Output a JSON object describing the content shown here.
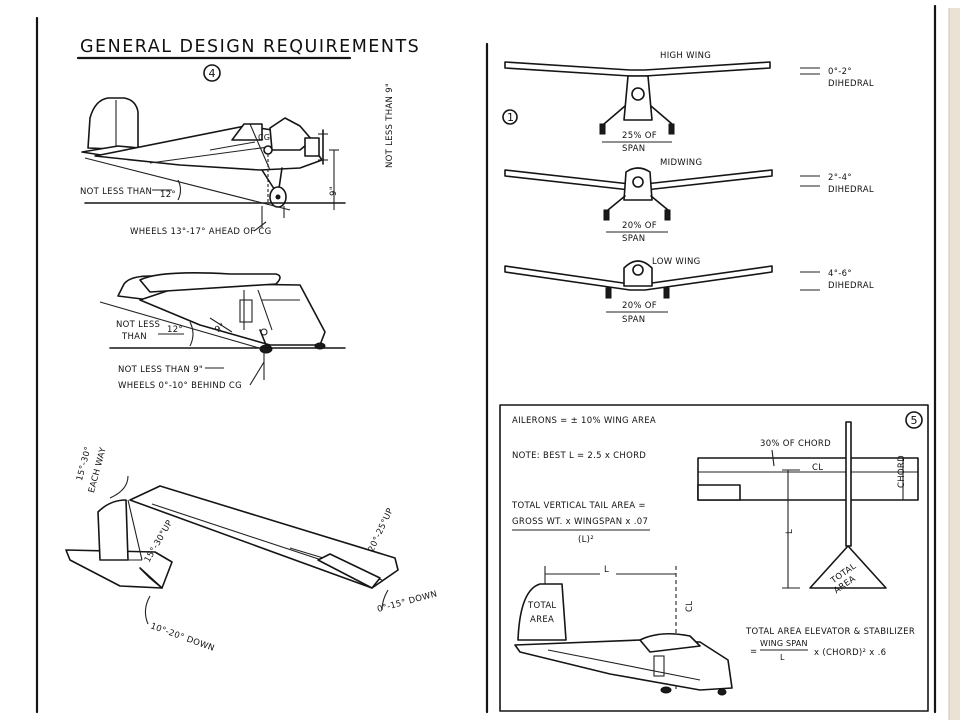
{
  "title": "GENERAL DESIGN REQUIREMENTS",
  "panel4": {
    "number": "4",
    "cg": "CG",
    "not_less_than_9_vertical": "NOT LESS THAN 9\"",
    "nine_inch": "9\"",
    "not_less_than": "NOT LESS THAN",
    "twelve_deg": "12°",
    "wheels": "WHEELS 13°-17° AHEAD OF CG"
  },
  "panel_tricycle": {
    "not_less": "NOT LESS",
    "than": "THAN",
    "twelve_deg": "12°",
    "nine_inch": "9\"",
    "not_less_than_9": "NOT LESS THAN 9\"",
    "wheels": "WHEELS 0°-10° BEHIND CG"
  },
  "panel_wing": {
    "each_way_top": "15°-30°",
    "each_way_bottom": "EACH WAY",
    "up_15_30": "15°-30°UP",
    "up_20_25": "20°-25°UP",
    "down_10_20": "10°-20° DOWN",
    "down_0_15": "0°-15° DOWN"
  },
  "panel1": {
    "number": "1",
    "high_wing": "HIGH WING",
    "high_dihedral_angle": "0°-2°",
    "high_dihedral": "DIHEDRAL",
    "high_span_top": "25% OF",
    "high_span_bottom": "SPAN",
    "mid_wing": "MIDWING",
    "mid_dihedral_angle": "2°-4°",
    "mid_dihedral": "DIHEDRAL",
    "mid_span_top": "20% OF",
    "mid_span_bottom": "SPAN",
    "low_wing": "LOW WING",
    "low_dihedral_angle": "4°-6°",
    "low_dihedral": "DIHEDRAL",
    "low_span_top": "20% OF",
    "low_span_bottom": "SPAN"
  },
  "panel5": {
    "number": "5",
    "ailerons": "AILERONS = ± 10% WING AREA",
    "note": "NOTE: BEST L = 2.5 x CHORD",
    "vt_area_1": "TOTAL VERTICAL TAIL AREA =",
    "vt_area_2": "GROSS WT. x WINGSPAN x .07",
    "vt_area_3": "(L)²",
    "chord_pct": "30% OF CHORD",
    "cl": "CL",
    "chord": "CHORD",
    "l": "L",
    "total_area_triangle_1": "TOTAL",
    "total_area_triangle_2": "AREA",
    "fin_total": "TOTAL",
    "fin_area": "AREA",
    "l_bottom": "L",
    "cl_bottom": "CL",
    "elev_stab": "TOTAL AREA ELEVATOR & STABILIZER",
    "formula_num": "WING SPAN",
    "formula_den": "L",
    "formula_eq": "=",
    "formula_rest": "x (CHORD)² x .6"
  }
}
